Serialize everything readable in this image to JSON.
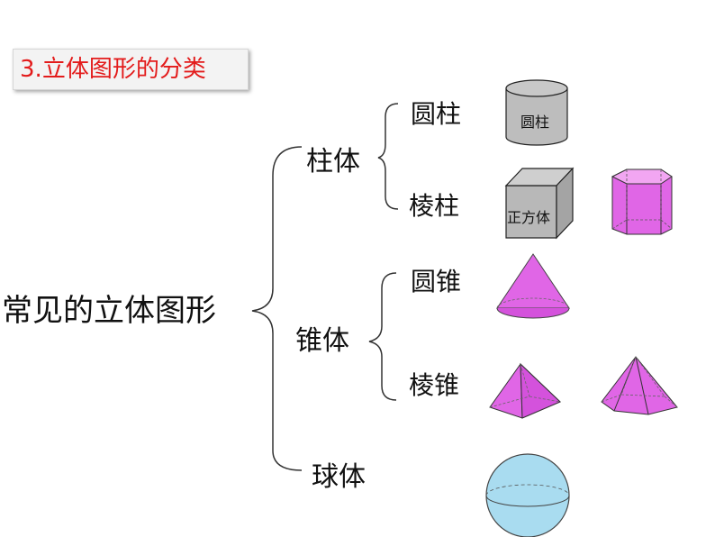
{
  "title": {
    "number": "3.",
    "text": "立体图形的分类"
  },
  "root": "常见的立体图形",
  "branches": {
    "prism_like": "柱体",
    "cone_like": "锥体",
    "sphere": "球体"
  },
  "leaves": {
    "cylinder": "圆柱",
    "prism": "棱柱",
    "cone": "圆锥",
    "pyramid": "棱锥"
  },
  "shape_labels": {
    "cylinder": "圆柱",
    "cube": "正方体"
  },
  "colors": {
    "title_red": "#e31b1b",
    "bracket": "#333333",
    "gray_fill": "#bdbdbd",
    "magenta": "#e066e6",
    "sphere_blue": "#a9dcf0"
  }
}
